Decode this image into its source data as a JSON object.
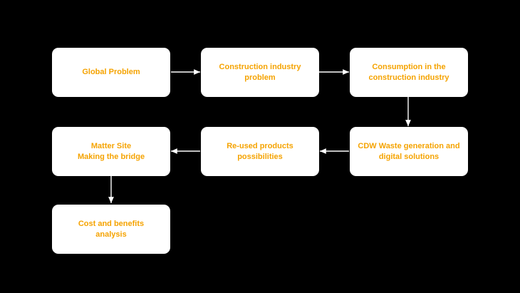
{
  "colors": {
    "background": "#000000",
    "box": "#ffffff",
    "label": "#f5a300",
    "arrow": "#ffffff"
  },
  "nodes": [
    {
      "id": "global-problem",
      "label": "Global Problem"
    },
    {
      "id": "construction-industry-problem",
      "label": "Construction industry\nproblem"
    },
    {
      "id": "consumption-construction",
      "label": "Consumption in the\nconstruction industry"
    },
    {
      "id": "cdw-waste",
      "label": "CDW Waste generation and\ndigital solutions"
    },
    {
      "id": "reused-products",
      "label": "Re-used products\npossibilities"
    },
    {
      "id": "matter-site",
      "label": "Matter Site\nMaking the bridge"
    },
    {
      "id": "cost-benefits",
      "label": "Cost and benefits\nanalysis"
    }
  ],
  "edges": [
    {
      "from": "global-problem",
      "to": "construction-industry-problem"
    },
    {
      "from": "construction-industry-problem",
      "to": "consumption-construction"
    },
    {
      "from": "consumption-construction",
      "to": "cdw-waste"
    },
    {
      "from": "cdw-waste",
      "to": "reused-products"
    },
    {
      "from": "reused-products",
      "to": "matter-site"
    },
    {
      "from": "matter-site",
      "to": "cost-benefits"
    }
  ]
}
